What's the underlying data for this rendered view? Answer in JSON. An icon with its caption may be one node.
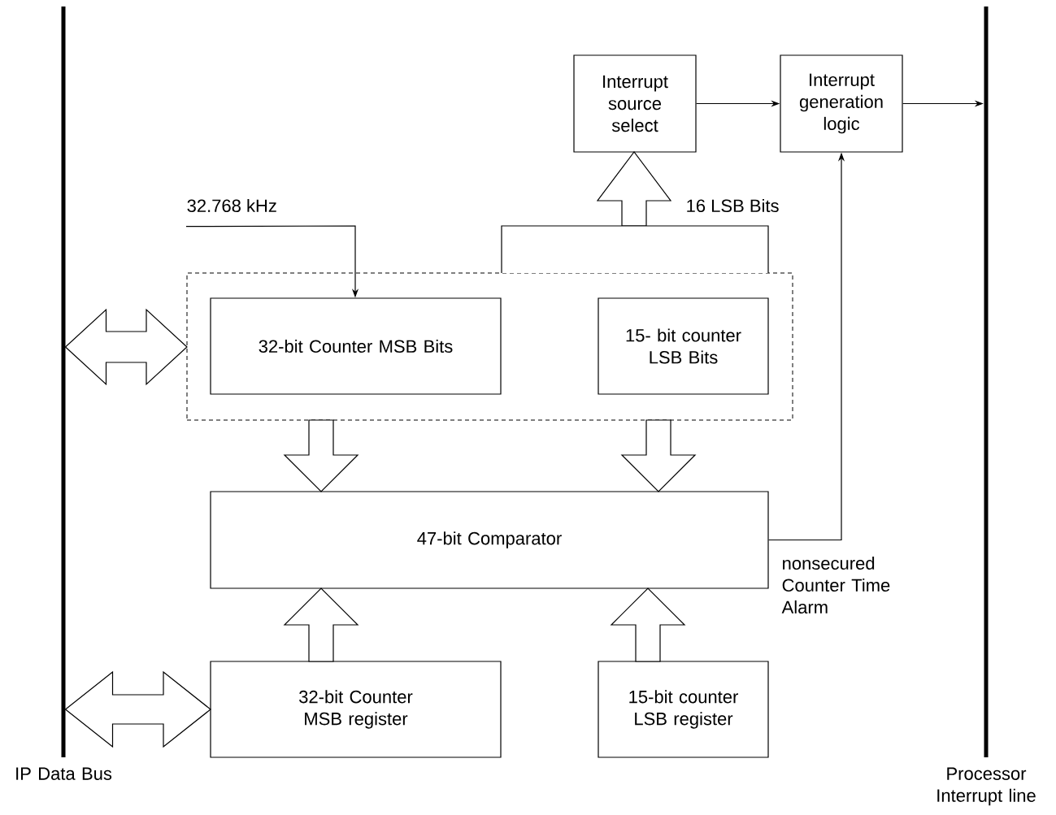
{
  "diagram": {
    "nodes": [
      {
        "text": [
          "IP Data Bus"
        ]
      },
      {
        "text": [
          "Processor Interrupt line"
        ]
      },
      {
        "text": [
          "Interrupt source select"
        ]
      },
      {
        "text": [
          "Interrupt generation logic"
        ]
      },
      {
        "text": [],
        "shape": "box"
      },
      {
        "text": [
          "32-bit Counter MSB Bits"
        ],
        "in": 4
      },
      {
        "text": [
          "15- bit counter LSB Bits"
        ],
        "in": 4
      },
      {
        "text": [
          "47-bit Comparator"
        ]
      },
      {
        "text": [
          "32-bit Counter MSB register"
        ]
      },
      {
        "text": [
          "15-bit counter LSB register"
        ]
      },
      {
        "text": [
          "32.768 kHz"
        ]
      }
    ],
    "edges": [
      {
        "from": 10,
        "to": 5,
        "arrow": "to"
      },
      {
        "from": 2,
        "to": 3,
        "arrow": "to"
      },
      {
        "from": 3,
        "to": 1,
        "arrow": "to"
      },
      {
        "from": 7,
        "to": 3,
        "arrow": "to",
        "label": "nonsecured Counter Time Alarm"
      },
      {
        "from": 4,
        "to": 2,
        "arrow": "to",
        "label": "16 LSB Bits"
      },
      {
        "from": 0,
        "to": 4,
        "arrow": "both"
      },
      {
        "from": 0,
        "to": 8,
        "arrow": "both"
      },
      {
        "from": 5,
        "to": 7,
        "arrow": "to"
      },
      {
        "from": 6,
        "to": 7,
        "arrow": "to"
      },
      {
        "from": 8,
        "to": 7,
        "arrow": "to"
      },
      {
        "from": 9,
        "to": 7,
        "arrow": "to"
      }
    ]
  }
}
